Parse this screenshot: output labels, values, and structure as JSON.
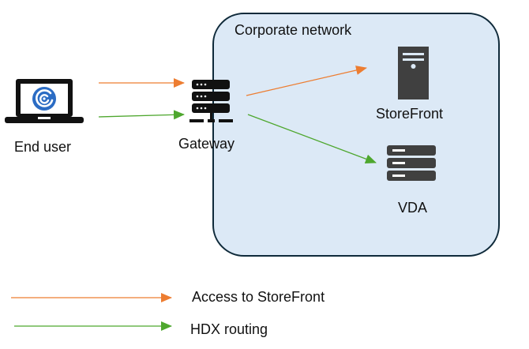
{
  "diagram": {
    "network_label": "Corporate network",
    "nodes": {
      "end_user": {
        "label": "End user",
        "icon": "laptop-icon"
      },
      "gateway": {
        "label": "Gateway",
        "icon": "server-rack-icon"
      },
      "storefront": {
        "label": "StoreFront",
        "icon": "server-tower-icon"
      },
      "vda": {
        "label": "VDA",
        "icon": "server-stack-icon"
      }
    },
    "edges": [
      {
        "from": "End user",
        "to": "Gateway",
        "type": "Access to StoreFront"
      },
      {
        "from": "End user",
        "to": "Gateway",
        "type": "HDX routing"
      },
      {
        "from": "Gateway",
        "to": "StoreFront",
        "type": "Access to StoreFront"
      },
      {
        "from": "Gateway",
        "to": "VDA",
        "type": "HDX routing"
      }
    ],
    "legend": [
      {
        "label": "Access to StoreFront",
        "color": "#ed7d31"
      },
      {
        "label": "HDX routing",
        "color": "#4ea72e"
      }
    ],
    "colors": {
      "access": "#ed7d31",
      "hdx": "#4ea72e",
      "network_fill": "#dce9f6",
      "network_border": "#0f2a3a",
      "icon_dark": "#404040",
      "citrix_blue": "#2b6cc4"
    }
  }
}
